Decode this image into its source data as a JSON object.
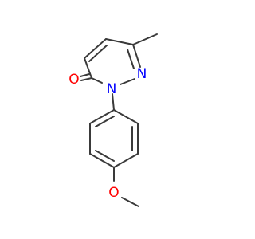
{
  "molecule": {
    "atoms": {
      "oxygen_carbonyl": {
        "symbol": "O",
        "color": "#ff0000"
      },
      "nitrogen_1": {
        "symbol": "N",
        "color": "#0000ff"
      },
      "nitrogen_2": {
        "symbol": "N",
        "color": "#0000ff"
      },
      "oxygen_ether": {
        "symbol": "O",
        "color": "#ff0000"
      }
    },
    "bond_color": "#3a3a3a"
  }
}
